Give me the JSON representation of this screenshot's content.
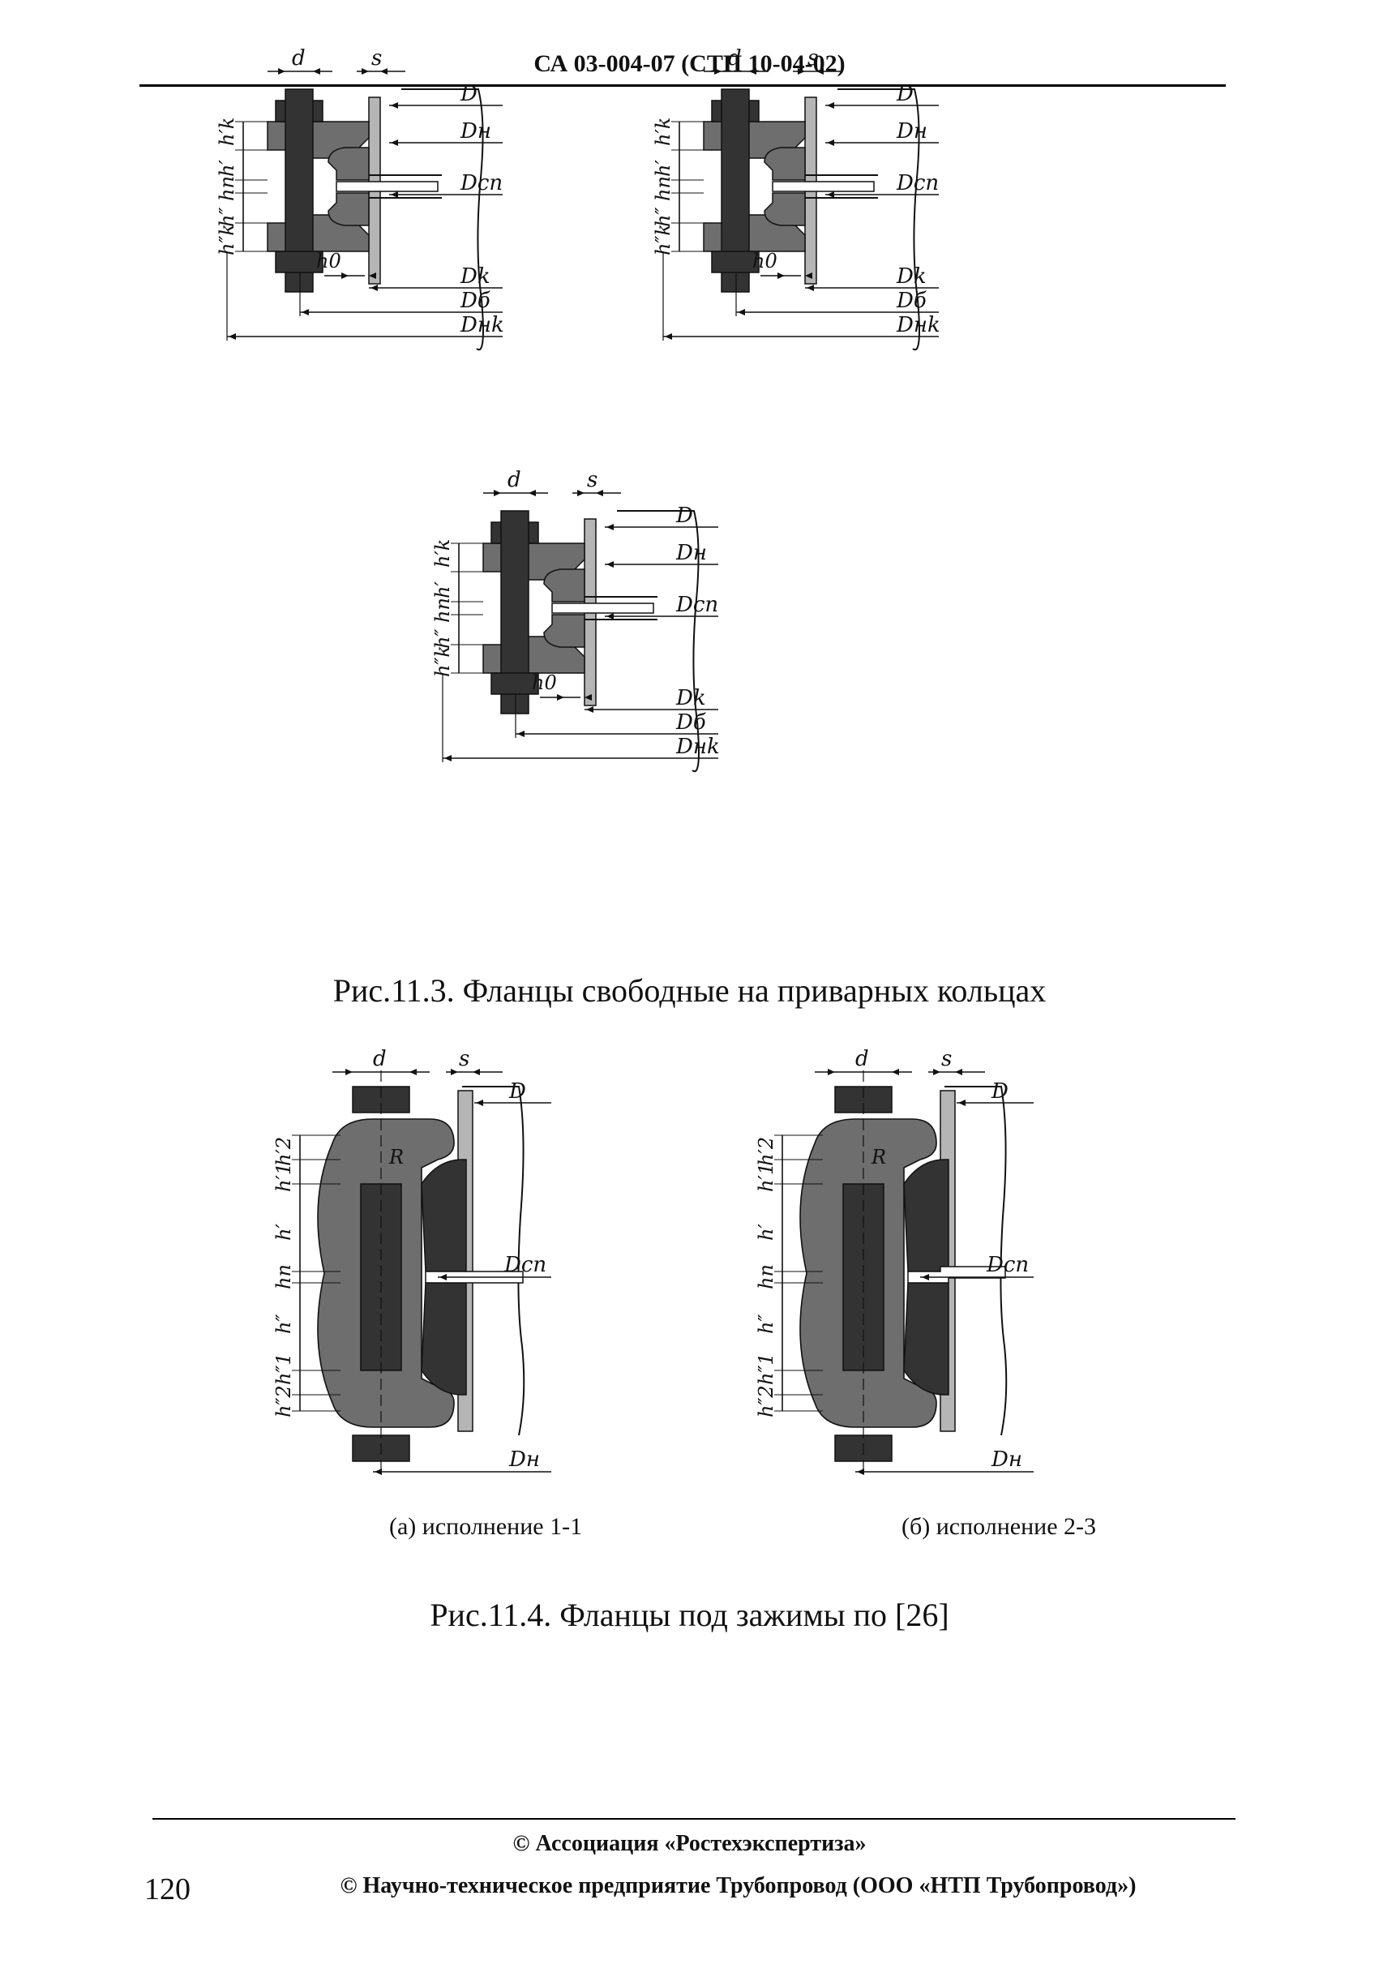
{
  "header": {
    "code": "СА 03-004-07 (СТП 10-04-02)"
  },
  "figure_11_3": {
    "caption": "Рис.11.3. Фланцы свободные на приварных кольцах",
    "labels": {
      "d": "d",
      "s": "s",
      "D": "D",
      "Dn": "Dн",
      "Dcp": "Dсп",
      "Dk": "Dk",
      "Db": "Dб",
      "Dnk": "Dнk",
      "h0": "h0",
      "hk1": "h′k",
      "h1": "h′",
      "hp": "hп",
      "h2": "h″",
      "hk2": "h″k"
    }
  },
  "figure_11_4": {
    "caption": "Рис.11.4. Фланцы под зажимы по [26]",
    "sub_a": "(а) исполнение 1-1",
    "sub_b": "(б) исполнение 2-3",
    "labels": {
      "d": "d",
      "s": "s",
      "D": "D",
      "Dcp": "Dсп",
      "Dn": "Dн",
      "R": "R",
      "h2a": "h′2",
      "h1a": "h′1",
      "h1": "h′",
      "hp": "hп",
      "h2": "h″",
      "h1b": "h″1",
      "h2b": "h″2"
    }
  },
  "footer": {
    "line1": "© Ассоциация «Ростехэкспертиза»",
    "line2": "© Научно-техническое предприятие Трубопровод (ООО «НТП Трубопровод»)",
    "page_number": "120"
  },
  "colors": {
    "dark": "#333333",
    "mid": "#6e6e6e",
    "light": "#b5b5b5",
    "line": "#111111"
  }
}
